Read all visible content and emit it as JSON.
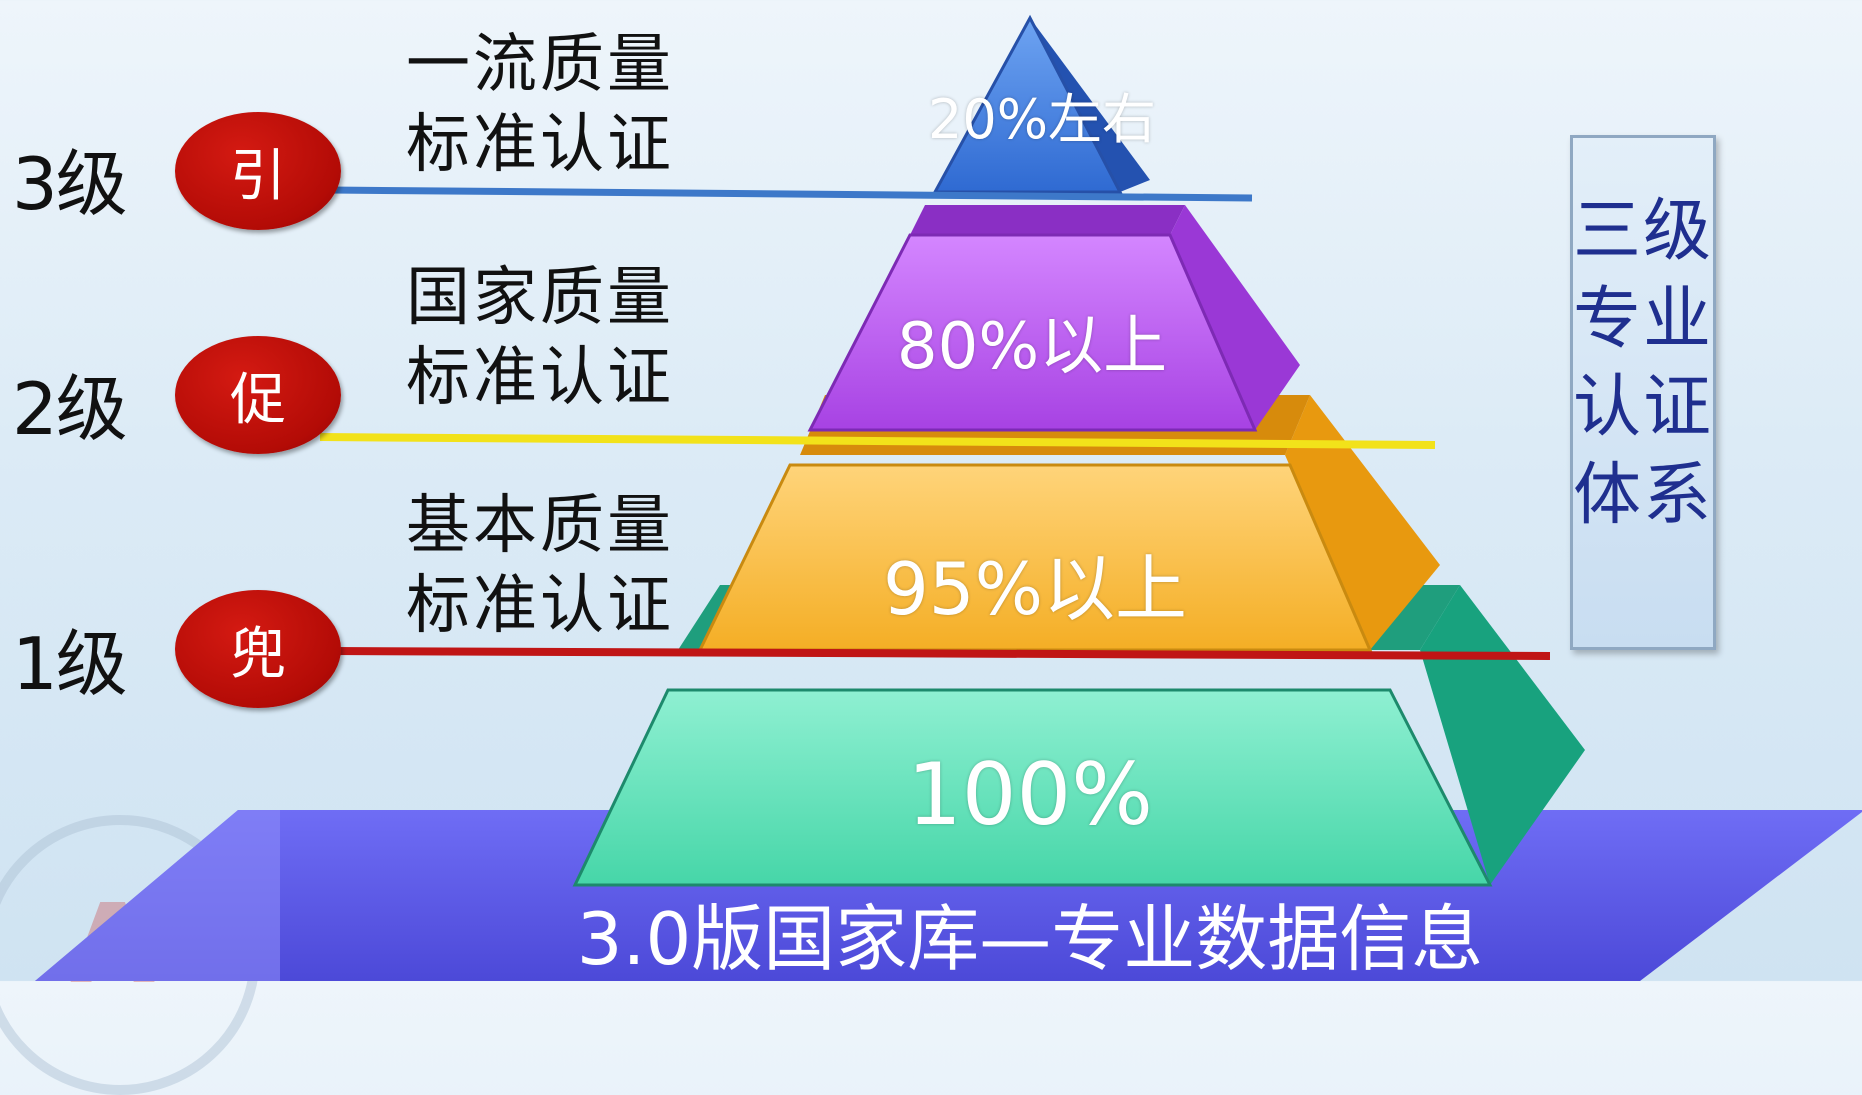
{
  "base": {
    "label": "3.0版国家库—专业数据信息"
  },
  "pyramid_layers": [
    {
      "label": "100%",
      "color": "#4fd9b0"
    },
    {
      "label": "95%以上",
      "color": "#f4b22c"
    },
    {
      "label": "80%以上",
      "color": "#b04ee8"
    },
    {
      "label": "20%左右",
      "color": "#3f7ee0"
    }
  ],
  "levels": [
    {
      "level": "3级",
      "badge": "引",
      "standard_line1": "一流质量",
      "standard_line2": "标准认证",
      "line_color": "#3d78c9"
    },
    {
      "level": "2级",
      "badge": "促",
      "standard_line1": "国家质量",
      "standard_line2": "标准认证",
      "line_color": "#f2e21a"
    },
    {
      "level": "1级",
      "badge": "兜",
      "standard_line1": "基本质量",
      "standard_line2": "标准认证",
      "line_color": "#c01515"
    }
  ],
  "side_box": {
    "lines": [
      "三级",
      "专业",
      "认证",
      "体系"
    ]
  }
}
